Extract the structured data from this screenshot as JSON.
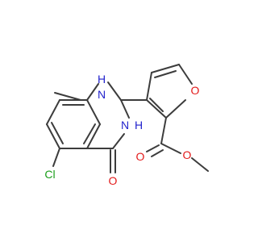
{
  "molecule": {
    "atoms": [
      {
        "id": "N1",
        "label": "H\nN",
        "lines": [
          "H",
          "N"
        ],
        "color": "#1f1fcc"
      },
      {
        "id": "N3",
        "label": "N\nH",
        "lines": [
          "N",
          "H"
        ],
        "color": "#1f1fcc"
      },
      {
        "id": "O_furan",
        "label": "O",
        "lines": [
          "O"
        ],
        "color": "#e31a1a"
      },
      {
        "id": "O_carbonyl_ring",
        "label": "O",
        "lines": [
          "O"
        ],
        "color": "#e31a1a"
      },
      {
        "id": "O_ester_double",
        "label": "O",
        "lines": [
          "O"
        ],
        "color": "#e31a1a"
      },
      {
        "id": "O_ester_single",
        "label": "O",
        "lines": [
          "O"
        ],
        "color": "#e31a1a"
      },
      {
        "id": "Cl",
        "label": "Cl",
        "lines": [
          "Cl"
        ],
        "color": "#1a9e1a"
      }
    ],
    "bond_color": "#3c3c3c"
  }
}
